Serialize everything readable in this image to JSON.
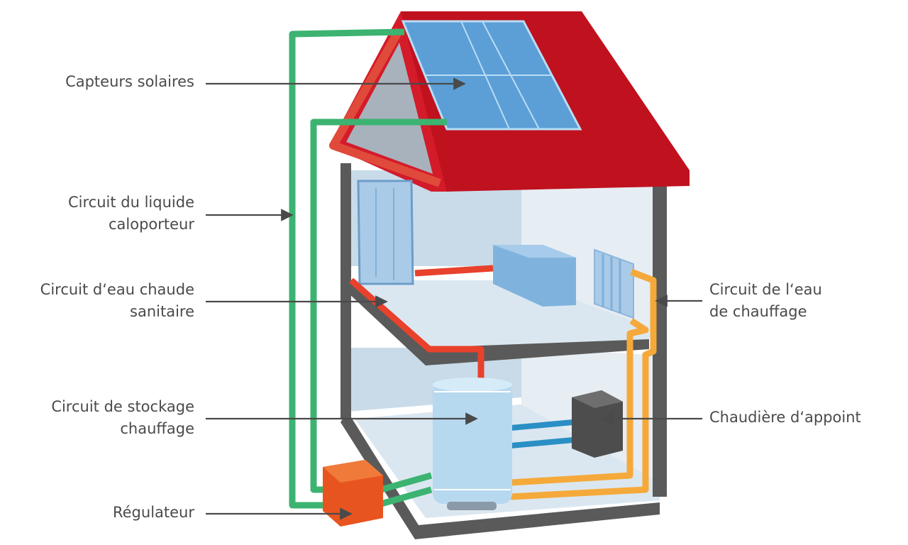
{
  "labels": {
    "solar_collectors": "Capteurs solaires",
    "heat_transfer_line1": "Circuit du liquide",
    "heat_transfer_line2": "caloporteur",
    "dhw_line1": "Circuit d‘eau chaude",
    "dhw_line2": "sanitaire",
    "storage_line1": "Circuit de stockage",
    "storage_line2": "chauffage",
    "regulator": "Régulateur",
    "heating_water_line1": "Circuit de l‘eau",
    "heating_water_line2": "de chauffage",
    "backup_boiler": "Chaudière d‘appoint"
  },
  "colors": {
    "roof": "#c0111f",
    "solar_panel": "#5b9fd6",
    "heat_transfer_circuit": "#3cb371",
    "hot_water_circuit": "#e8412c",
    "heating_circuit": "#f5a93a",
    "cold_circuit": "#2a8fc4",
    "wall": "#5a5a5a",
    "regulator": "#ec5a23",
    "boiler": "#555555",
    "tank": "#b7d9f0",
    "label_text": "#4a4a4a"
  }
}
